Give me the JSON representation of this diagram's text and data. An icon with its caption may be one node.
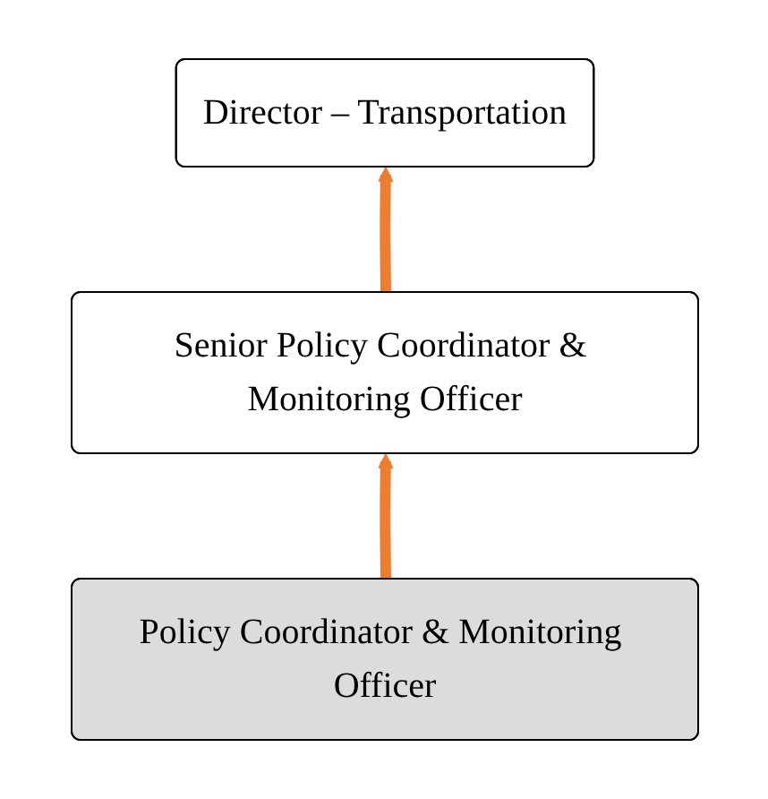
{
  "diagram": {
    "nodes": [
      {
        "text": [
          "Director – Transportation"
        ]
      },
      {
        "text": [
          "Senior Policy Coordinator & Monitoring Officer"
        ]
      },
      {
        "text": [
          "Policy Coordinator & Monitoring Officer"
        ]
      }
    ],
    "edges": [
      {
        "from": 1,
        "to": 0,
        "arrow": "to"
      },
      {
        "from": 2,
        "to": 1,
        "arrow": "to"
      }
    ]
  }
}
